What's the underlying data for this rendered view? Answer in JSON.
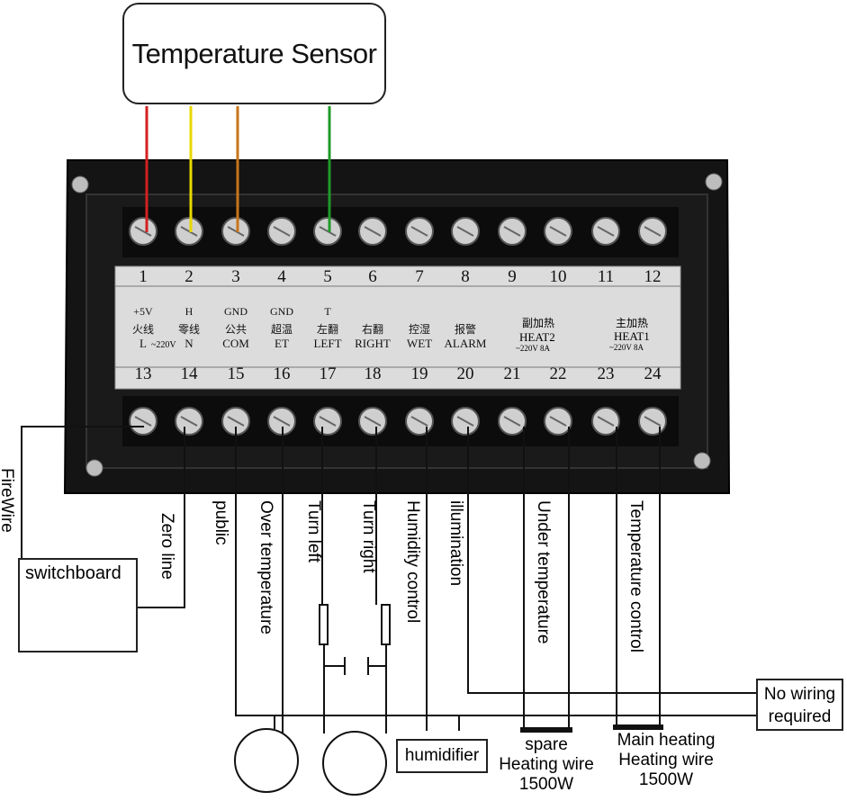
{
  "sensor_label": "Temperature Sensor",
  "top_terminals": [
    {
      "num": "1",
      "mark": "+5V"
    },
    {
      "num": "2",
      "mark": "H"
    },
    {
      "num": "3",
      "mark": "GND"
    },
    {
      "num": "4",
      "mark": "GND"
    },
    {
      "num": "5",
      "mark": "T"
    },
    {
      "num": "6",
      "mark": ""
    },
    {
      "num": "7",
      "mark": ""
    },
    {
      "num": "8",
      "mark": ""
    },
    {
      "num": "9",
      "mark": ""
    },
    {
      "num": "10",
      "mark": ""
    },
    {
      "num": "11",
      "mark": ""
    },
    {
      "num": "12",
      "mark": ""
    }
  ],
  "bottom_terminals": [
    {
      "num": "13",
      "cn": "火线",
      "en": "L"
    },
    {
      "num": "14",
      "cn": "零线",
      "en": "N"
    },
    {
      "num": "15",
      "cn": "公共",
      "en": "COM"
    },
    {
      "num": "16",
      "cn": "超温",
      "en": "ET"
    },
    {
      "num": "17",
      "cn": "左翻",
      "en": "LEFT"
    },
    {
      "num": "18",
      "cn": "右翻",
      "en": "RIGHT"
    },
    {
      "num": "19",
      "cn": "控湿",
      "en": "WET"
    },
    {
      "num": "20",
      "cn": "报警",
      "en": "ALARM"
    },
    {
      "num": "21",
      "cn": "",
      "en": ""
    },
    {
      "num": "22",
      "cn": "",
      "en": ""
    },
    {
      "num": "23",
      "cn": "",
      "en": ""
    },
    {
      "num": "24",
      "cn": "",
      "en": ""
    }
  ],
  "supply_note": "~220V",
  "heat2": {
    "cn": "副加热",
    "en": "HEAT2",
    "rating": "~220V 8A"
  },
  "heat1": {
    "cn": "主加热",
    "en": "HEAT1",
    "rating": "~220V 8A"
  },
  "wire_labels": {
    "firewire": "FireWire",
    "zero_line": "Zero line",
    "public": "public",
    "over_temperature": "Over temperature",
    "turn_left": "Turn left",
    "turn_right": "Turn right",
    "humidity_control": "Humidity control",
    "illumination": "illumination",
    "under_temperature": "Under temperature",
    "temperature_control": "Temperature control"
  },
  "switchboard_label": "switchboard",
  "humidifier_label": "humidifier",
  "no_wiring": [
    "No wiring",
    "required"
  ],
  "spare_heater": [
    "spare",
    "Heating wire",
    "1500W"
  ],
  "main_heater": [
    "Main heating",
    "Heating wire",
    "1500W"
  ],
  "wire_colors": {
    "red": "#d42020",
    "yellow": "#e8d800",
    "orange": "#c8741a",
    "green": "#1f9a2a"
  }
}
